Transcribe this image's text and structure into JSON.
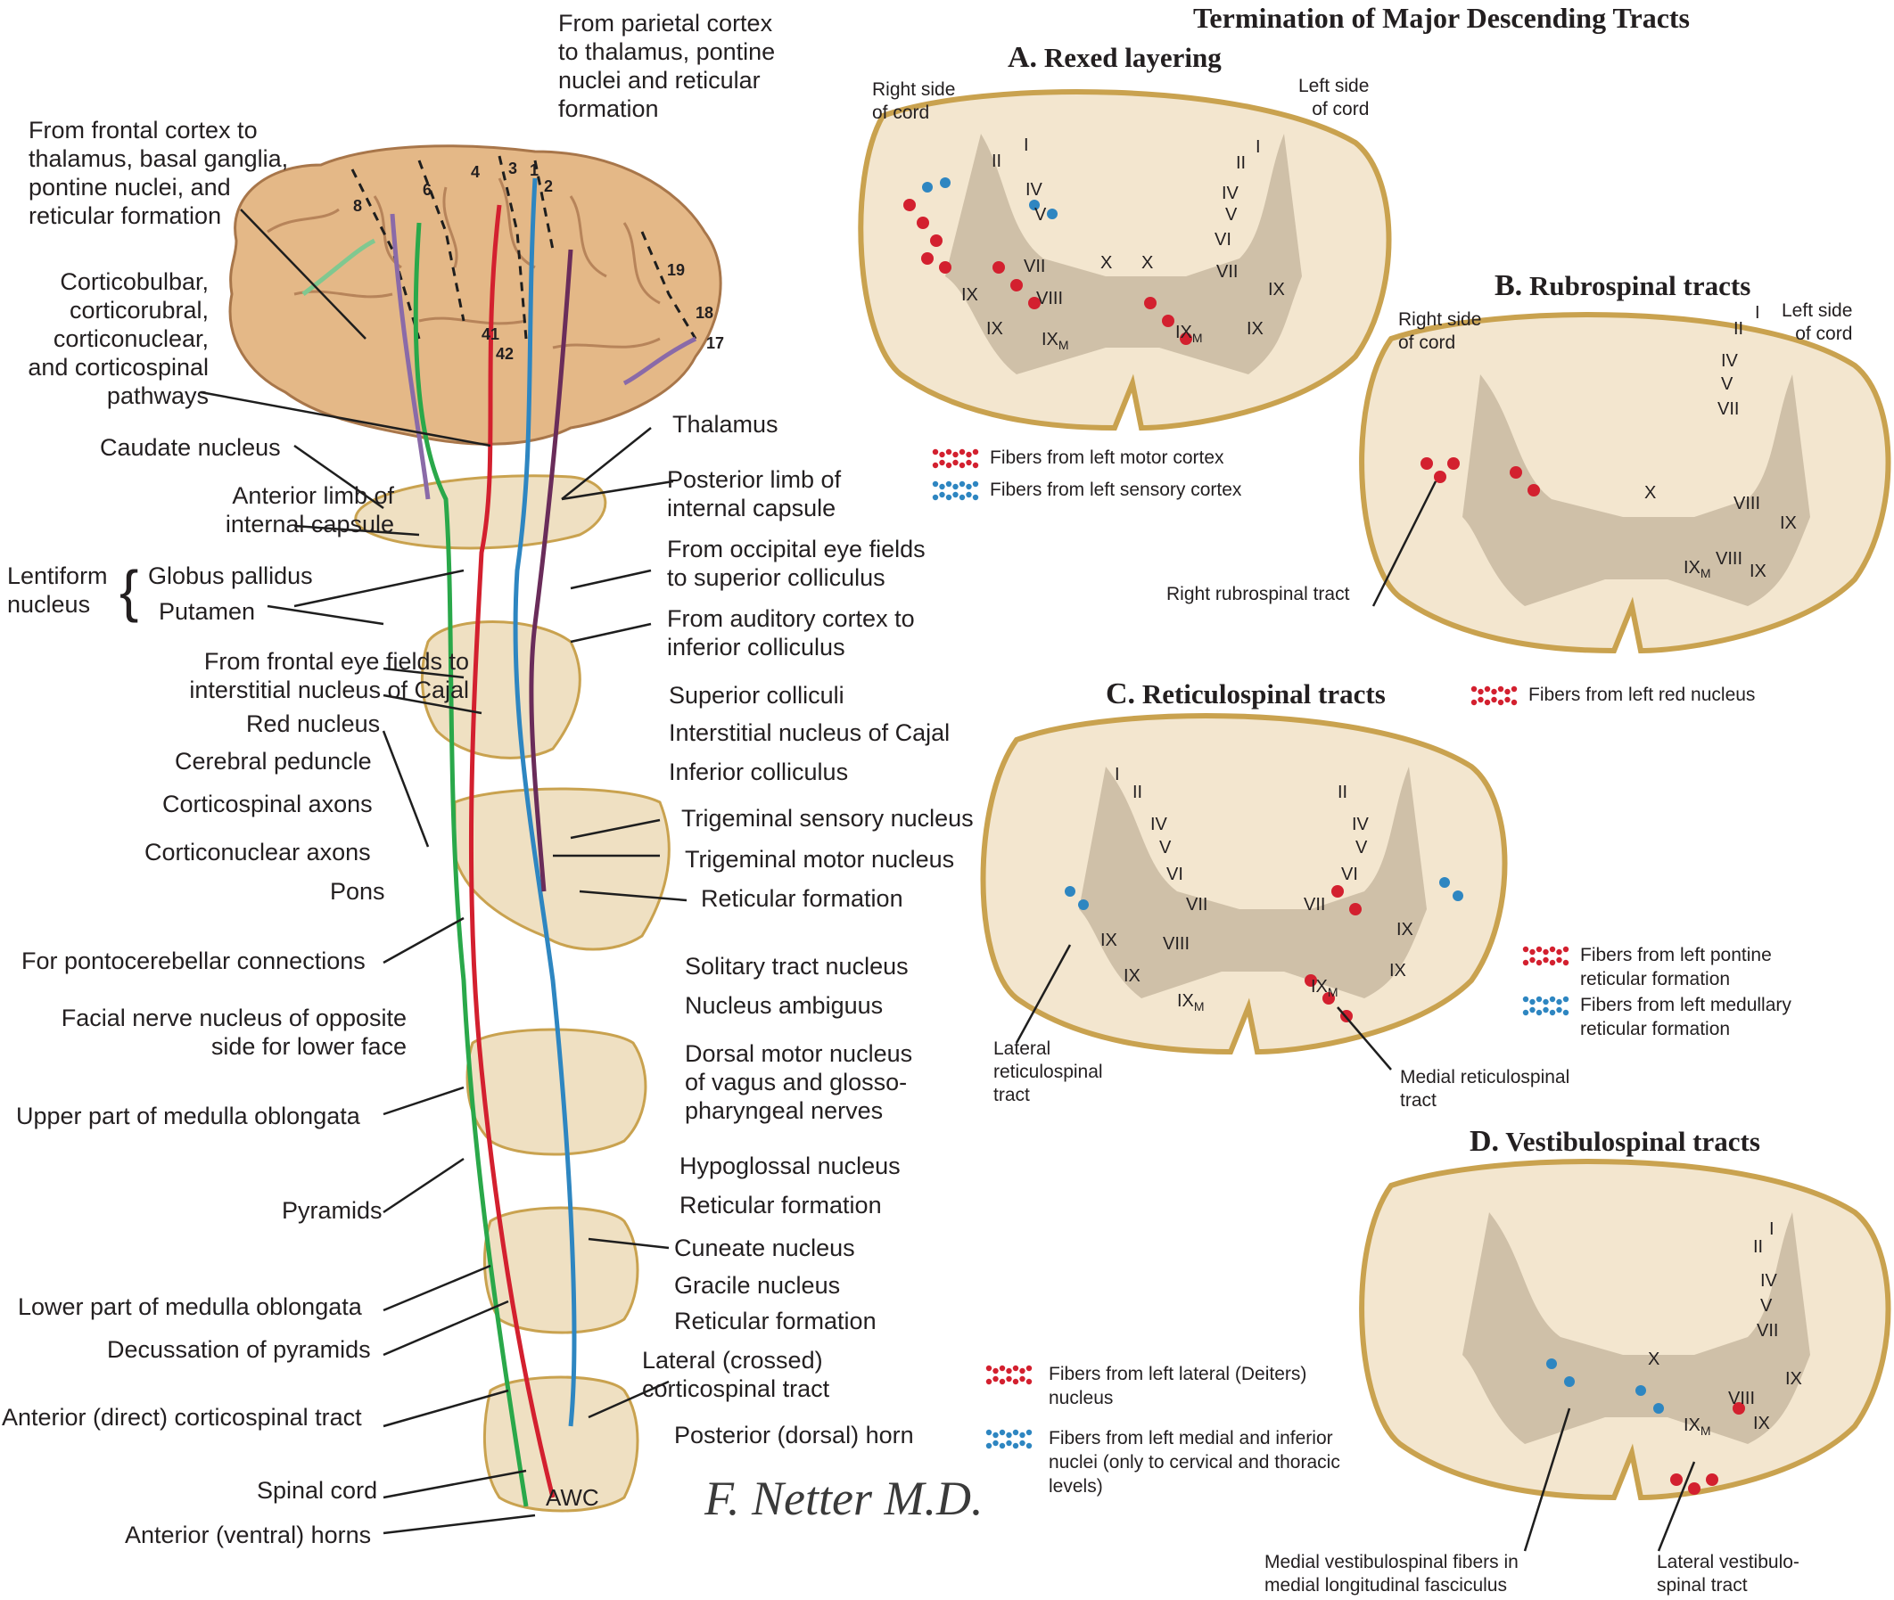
{
  "title": "Termination of Major Descending Tracts",
  "left_labels": [
    {
      "id": "frontal",
      "text": "From frontal cortex to\nthalamus, basal ganglia,\npontine nuclei, and\nreticular formation"
    },
    {
      "id": "corticobulbar",
      "text": "Corticobulbar,\ncorticorubral,\ncorticonuclear,\nand corticospinal\npathways"
    },
    {
      "id": "caudate",
      "text": "Caudate nucleus"
    },
    {
      "id": "ant-limb",
      "text": "Anterior limb of\ninternal capsule"
    },
    {
      "id": "lentiform",
      "text": "Lentiform\nnucleus"
    },
    {
      "id": "globus",
      "text": "Globus pallidus"
    },
    {
      "id": "putamen",
      "text": "Putamen"
    },
    {
      "id": "frontal-eye",
      "text": "From frontal eye fields to\ninterstitial nucleus of Cajal"
    },
    {
      "id": "red-nucleus",
      "text": "Red nucleus"
    },
    {
      "id": "cerebral-peduncle",
      "text": "Cerebral peduncle"
    },
    {
      "id": "cs-axons",
      "text": "Corticospinal axons"
    },
    {
      "id": "cn-axons",
      "text": "Corticonuclear axons"
    },
    {
      "id": "pons",
      "text": "Pons"
    },
    {
      "id": "pontocerebellar",
      "text": "For pontocerebellar connections"
    },
    {
      "id": "facial",
      "text": "Facial nerve nucleus of opposite\nside for lower face"
    },
    {
      "id": "upper-medulla",
      "text": "Upper part of medulla oblongata"
    },
    {
      "id": "pyramids",
      "text": "Pyramids"
    },
    {
      "id": "lower-medulla",
      "text": "Lower part of medulla oblongata"
    },
    {
      "id": "decussation",
      "text": "Decussation of pyramids"
    },
    {
      "id": "anterior-cs",
      "text": "Anterior (direct) corticospinal tract"
    },
    {
      "id": "spinal-cord",
      "text": "Spinal cord"
    },
    {
      "id": "anterior-horns",
      "text": "Anterior (ventral) horns"
    }
  ],
  "right_labels": [
    {
      "id": "parietal",
      "text": "From parietal cortex\nto thalamus, pontine\nnuclei and reticular\nformation"
    },
    {
      "id": "thalamus",
      "text": "Thalamus"
    },
    {
      "id": "post-limb",
      "text": "Posterior limb of\ninternal capsule"
    },
    {
      "id": "occipital-eye",
      "text": "From occipital eye fields\nto superior colliculus"
    },
    {
      "id": "auditory",
      "text": "From auditory cortex to\ninferior colliculus"
    },
    {
      "id": "sup-colliculi",
      "text": "Superior colliculi"
    },
    {
      "id": "cajal",
      "text": "Interstitial nucleus of Cajal"
    },
    {
      "id": "inf-colliculus",
      "text": "Inferior colliculus"
    },
    {
      "id": "trig-sensory",
      "text": "Trigeminal sensory nucleus"
    },
    {
      "id": "trig-motor",
      "text": "Trigeminal motor nucleus"
    },
    {
      "id": "reticular1",
      "text": "Reticular formation"
    },
    {
      "id": "solitary",
      "text": "Solitary tract nucleus"
    },
    {
      "id": "ambiguus",
      "text": "Nucleus ambiguus"
    },
    {
      "id": "dorsal-motor",
      "text": "Dorsal motor nucleus\nof vagus and glosso-\npharyngeal nerves"
    },
    {
      "id": "hypoglossal",
      "text": "Hypoglossal nucleus"
    },
    {
      "id": "reticular2",
      "text": "Reticular formation"
    },
    {
      "id": "cuneate",
      "text": "Cuneate nucleus"
    },
    {
      "id": "gracile",
      "text": "Gracile nucleus"
    },
    {
      "id": "reticular3",
      "text": "Reticular formation"
    },
    {
      "id": "lateral-cs",
      "text": "Lateral (crossed)\ncorticospinal tract"
    },
    {
      "id": "posterior-horn",
      "text": "Posterior (dorsal) horn"
    }
  ],
  "brain_area_numbers": [
    "8",
    "6",
    "4",
    "3",
    "1",
    "2",
    "19",
    "18",
    "17",
    "41",
    "42"
  ],
  "awc": "AWC",
  "panels": {
    "a": {
      "letter": "A.",
      "title": "Rexed layering",
      "right_side": "Right side\nof cord",
      "left_side": "Left side\nof cord",
      "legend": [
        {
          "text": "Fibers from left motor cortex",
          "color": "#d3202f"
        },
        {
          "text": "Fibers from left sensory cortex",
          "color": "#2e86c1"
        }
      ]
    },
    "b": {
      "letter": "B.",
      "title": "Rubrospinal tracts",
      "right_side": "Right side\nof cord",
      "left_side": "Left side\nof cord",
      "tract": "Right rubrospinal tract",
      "legend": [
        {
          "text": "Fibers from left red nucleus",
          "color": "#d3202f"
        }
      ]
    },
    "c": {
      "letter": "C.",
      "title": "Reticulospinal tracts",
      "lateral": "Lateral\nreticulospinal\ntract",
      "medial": "Medial reticulospinal\ntract",
      "legend": [
        {
          "text": "Fibers from left pontine\nreticular formation",
          "color": "#d3202f"
        },
        {
          "text": "Fibers from left medullary\nreticular formation",
          "color": "#2e86c1"
        }
      ]
    },
    "d": {
      "letter": "D.",
      "title": "Vestibulospinal tracts",
      "medial": "Medial vestibulospinal fibers in\nmedial longitudinal fasciculus",
      "lateral": "Lateral vestibulo-\nspinal tract",
      "legend": [
        {
          "text": "Fibers from left lateral (Deiters)\nnucleus",
          "color": "#d3202f"
        },
        {
          "text": "Fibers from left medial and inferior\nnuclei (only to cervical and thoracic\nlevels)",
          "color": "#2e86c1"
        }
      ]
    }
  },
  "rexed": {
    "I": "I",
    "II": "II",
    "IV": "IV",
    "V": "V",
    "VI": "VI",
    "VII": "VII",
    "VIII": "VIII",
    "IX": "IX",
    "X": "X",
    "IXM": "IX",
    "M": "M"
  },
  "signature": "F. Netter M.D.",
  "colors": {
    "red": "#d3202f",
    "blue": "#2e86c1",
    "green": "#2aa84a",
    "purple": "#8a6aa8",
    "brain": "#e4b887",
    "cord": "#f3e6cf",
    "grey_matter": "#cfc0a8",
    "rim": "#c9a24f"
  }
}
